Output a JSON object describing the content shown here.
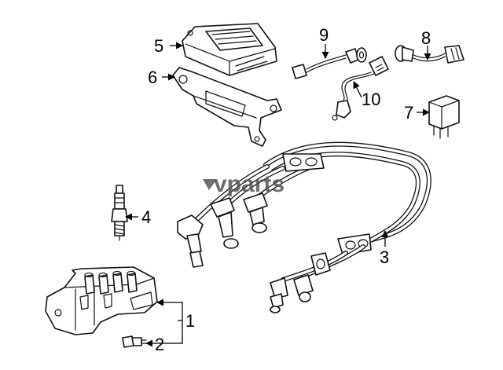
{
  "watermark": "vparts",
  "callouts": {
    "c1": "1",
    "c2": "2",
    "c3": "3",
    "c4": "4",
    "c5": "5",
    "c6": "6",
    "c7": "7",
    "c8": "8",
    "c9": "9",
    "c10": "10"
  }
}
